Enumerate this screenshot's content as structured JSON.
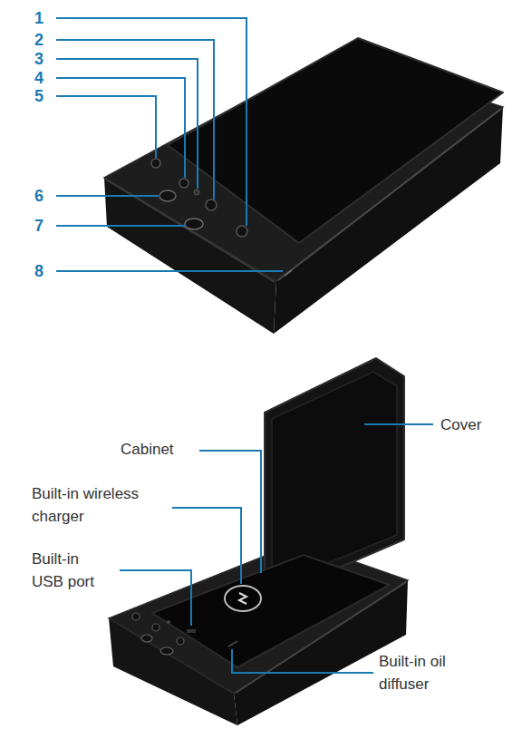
{
  "diagram": {
    "labels": [
      "1",
      "2",
      "3",
      "4",
      "5",
      "6",
      "7",
      "8",
      "Cover",
      "Cabinet",
      "Built-in wireless charger",
      "Built-in USB port",
      "Built-in oil diffuser"
    ]
  }
}
